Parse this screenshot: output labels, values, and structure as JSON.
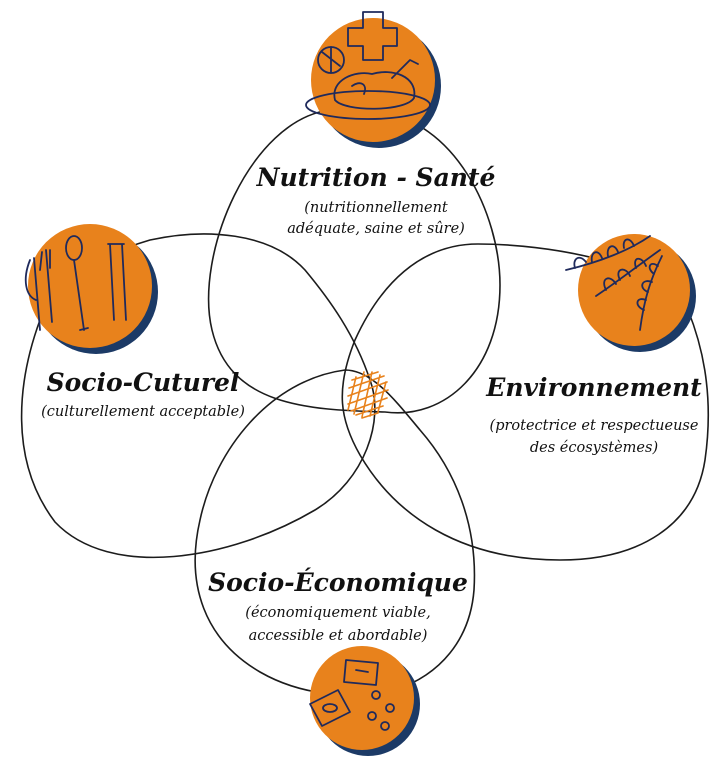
{
  "colors": {
    "accent": "#e8821c",
    "shadow": "#1c3a66",
    "icon_ink": "#1f2a5c",
    "hatch": "#e8821c",
    "outline": "#1c1c1c"
  },
  "domains": {
    "nutrition": {
      "title": "Nutrition - Santé",
      "line1": "(nutritionnellement",
      "line2": "adéquate, saine et sûre)",
      "icon": "roast-chicken-medical-cross-icon"
    },
    "socio_culturel": {
      "title": "Socio-Cuturel",
      "line1": "(culturellement acceptable)",
      "icon": "cutlery-icon"
    },
    "environnement": {
      "title": "Environnement",
      "line1": "(protectrice et respectueuse",
      "line2": "des écosystèmes)",
      "icon": "herb-sprig-icon"
    },
    "socio_economique": {
      "title": "Socio-Économique",
      "line1": "(économiquement viable,",
      "line2": "accessible et abordable)",
      "icon": "banknotes-coins-icon"
    }
  }
}
